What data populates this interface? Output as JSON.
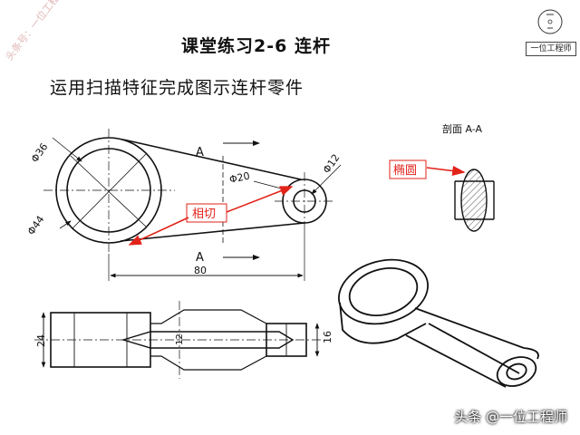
{
  "slide": {
    "title": "课堂练习2-6  连杆",
    "subtitle": "运用扫描特征完成图示连杆零件",
    "logo_caption": "一位工程师",
    "side_watermark": "头条号：一位工程师",
    "footer_watermark": "头条 @一位工程师"
  },
  "drawing": {
    "section_label": "剖面 A-A",
    "callout_ellipse": "椭圆",
    "callout_tangent": "相切",
    "dim_d36": "Φ36",
    "dim_d44": "Φ44",
    "dim_r20": "Φ20",
    "dim_d12": "Φ12",
    "dim_80": "80",
    "dim_24": "24",
    "dim_12": "12",
    "dim_16": "16",
    "section_mark_top": "A",
    "section_mark_bottom": "A"
  },
  "colors": {
    "callout_red": "#e2231a",
    "line_black": "#111111",
    "hatch": "#555555"
  }
}
